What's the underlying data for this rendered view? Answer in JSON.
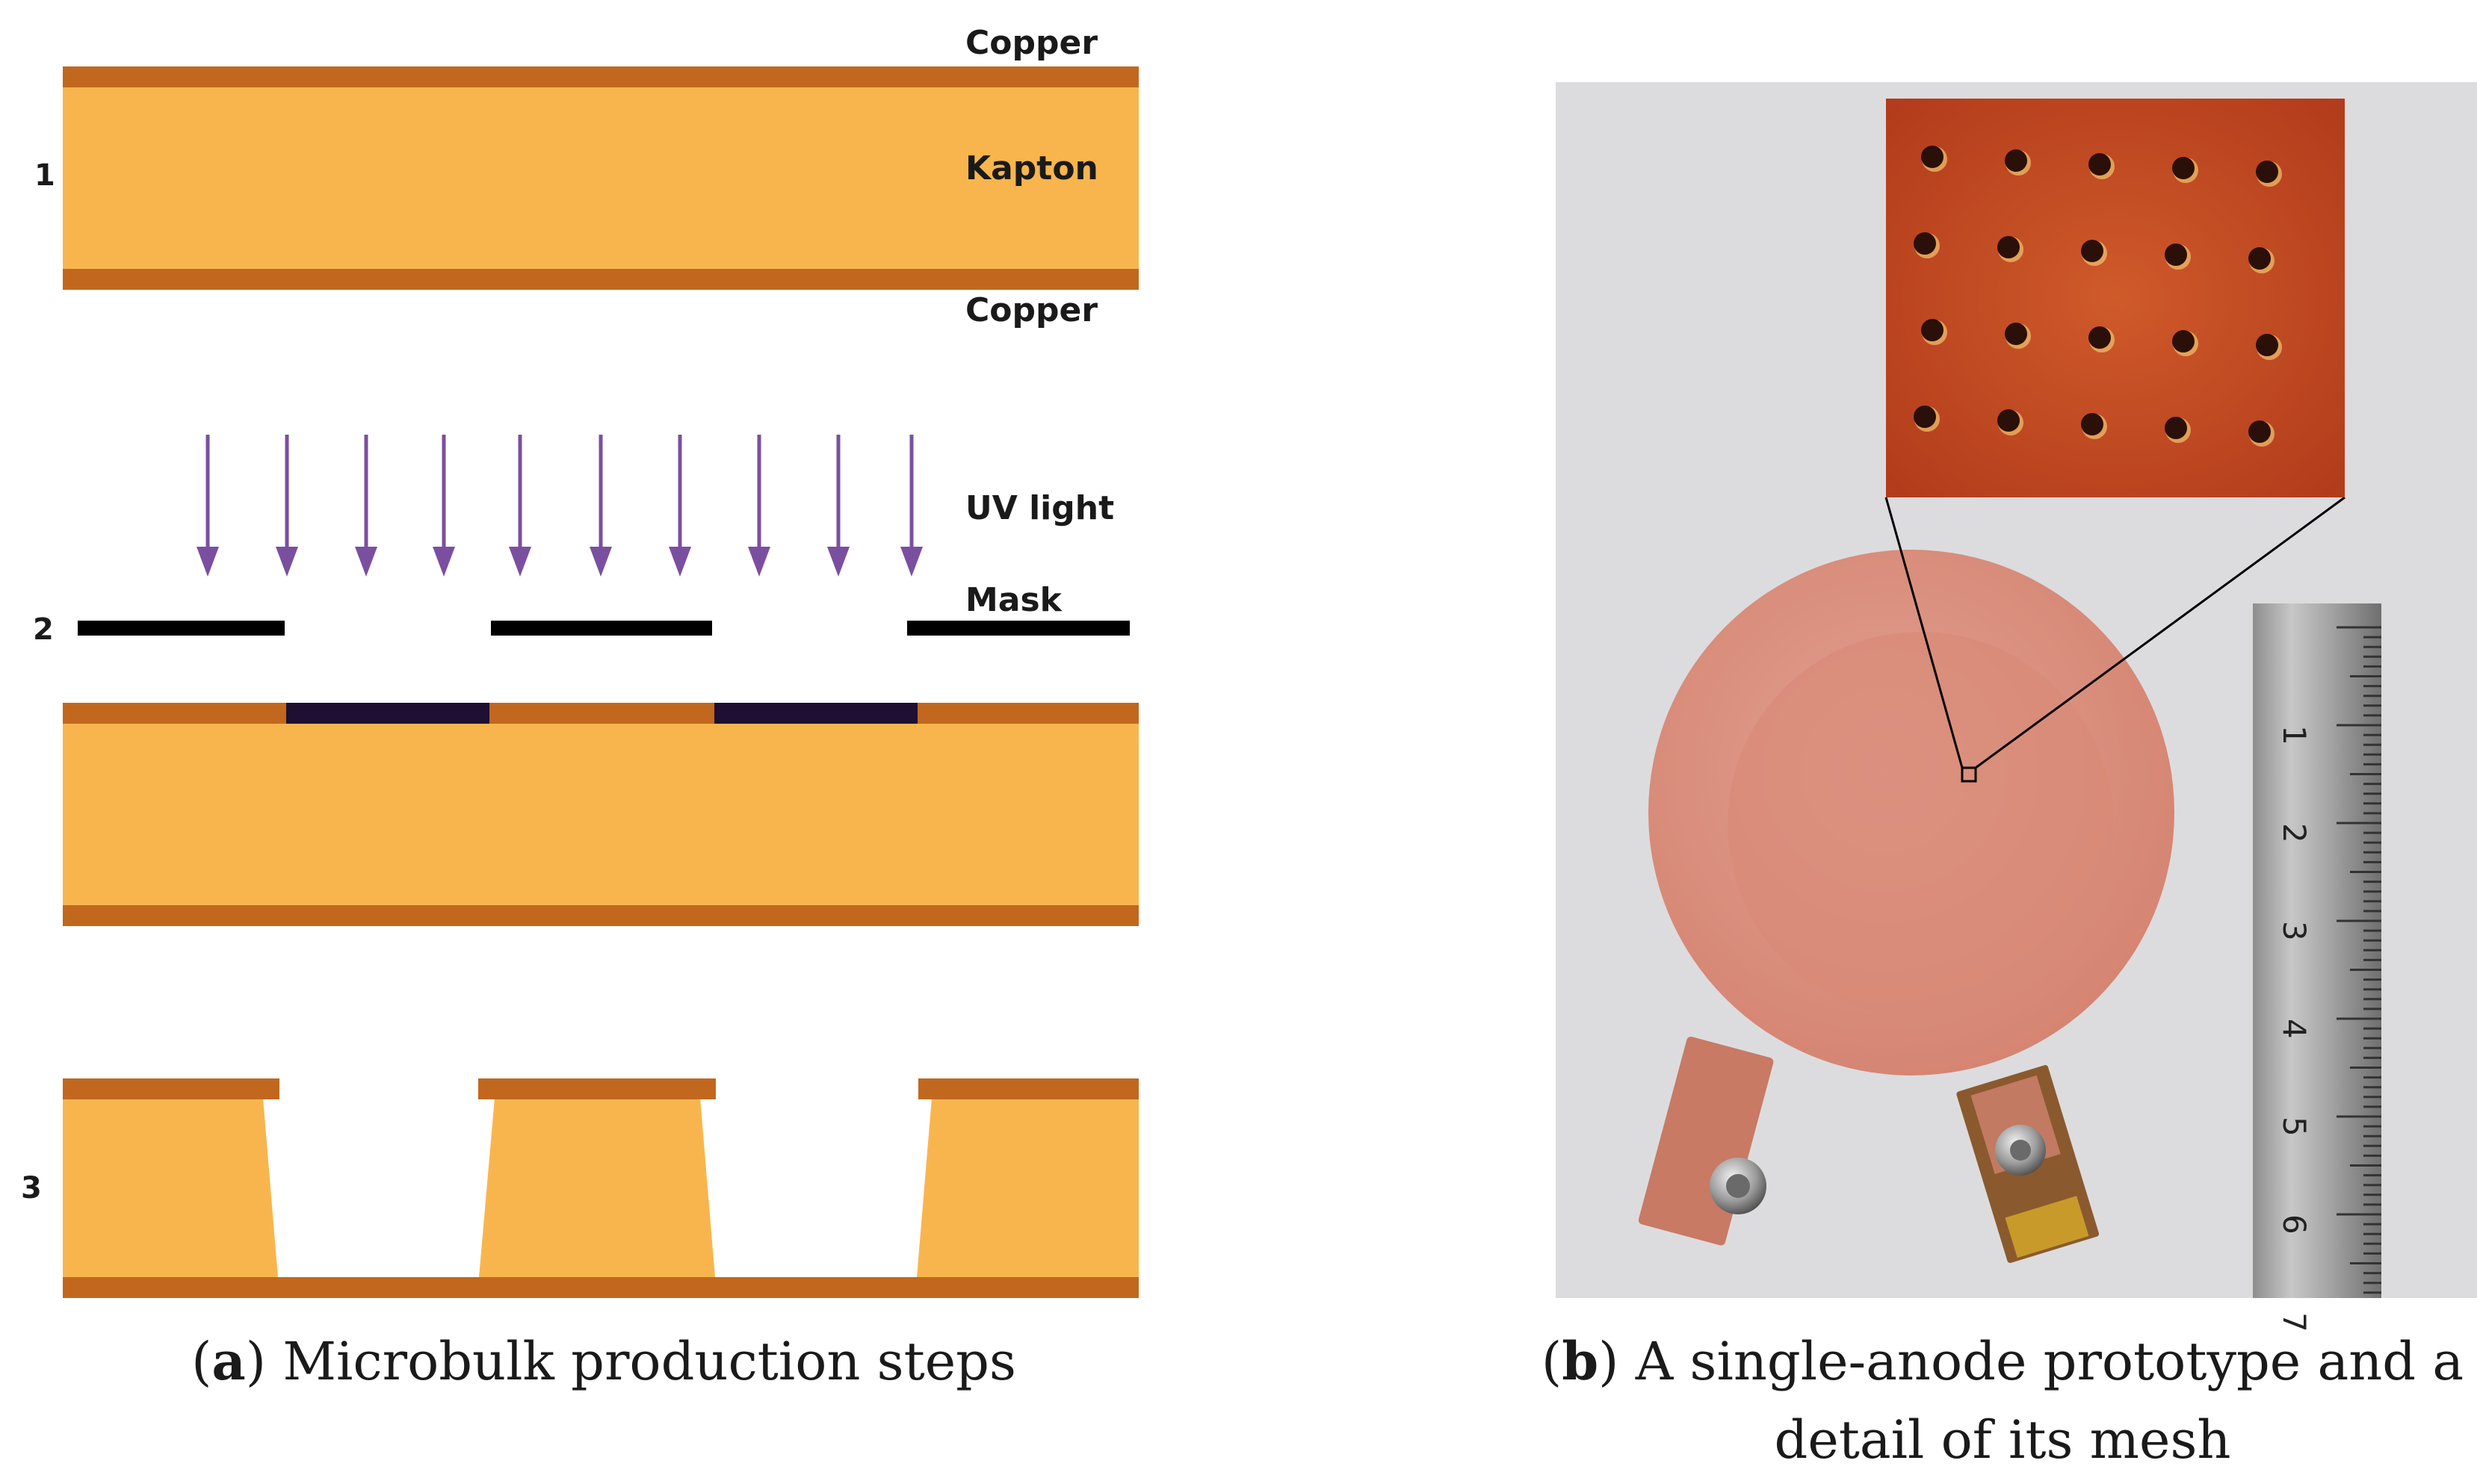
{
  "panel_a": {
    "step_labels": [
      "1",
      "2",
      "3"
    ],
    "layer_labels": {
      "copper_top": "Copper",
      "kapton": "Kapton",
      "copper_bottom": "Copper",
      "uv_light": "UV light",
      "mask": "Mask"
    },
    "caption": {
      "open": "(",
      "letter": "a",
      "close": ")",
      "text": " Microbulk production steps"
    }
  },
  "panel_b": {
    "ruler_numbers": [
      "1",
      "2",
      "3",
      "4",
      "5",
      "6",
      "7"
    ],
    "caption": {
      "open": "(",
      "letter": "b",
      "close": ")",
      "line1": " A single-anode prototype and a",
      "line2": "detail of its mesh"
    }
  },
  "colors": {
    "copper": "#c1681e",
    "kapton": "#f9b54d",
    "photoresist": "#1e0f33",
    "arrow": "#7b4fa0",
    "mask": "#000000",
    "background_photo": "#dcdcde",
    "disk": "#dd9585",
    "mesh_bg": "#c2421f"
  },
  "icons": {
    "arrow": "down-arrow-icon",
    "screw": "screw-icon"
  }
}
